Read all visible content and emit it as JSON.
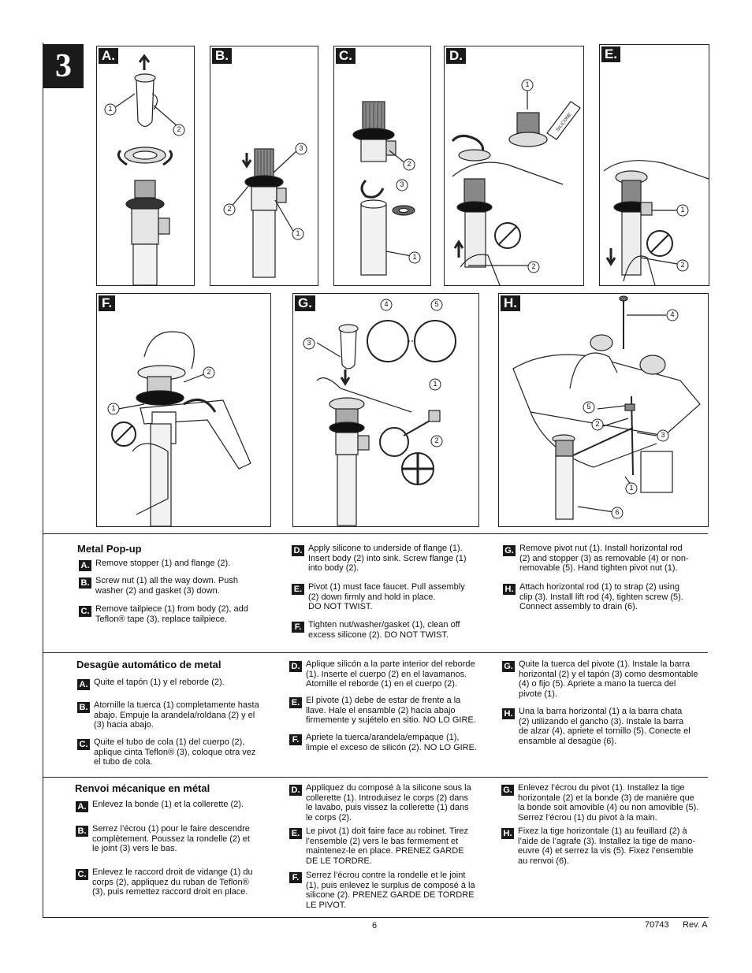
{
  "step_number": "3",
  "panels": {
    "a": {
      "label": "A.",
      "callouts": [
        "1",
        "2"
      ]
    },
    "b": {
      "label": "B.",
      "callouts": [
        "3",
        "2",
        "1"
      ]
    },
    "c": {
      "label": "C.",
      "callouts": [
        "2",
        "3",
        "1"
      ]
    },
    "d": {
      "label": "D.",
      "callouts": [
        "1",
        "2"
      ],
      "tube_text": "SILICONE"
    },
    "e": {
      "label": "E.",
      "callouts": [
        "1",
        "2"
      ]
    },
    "f": {
      "label": "F.",
      "callouts": [
        "2",
        "1"
      ]
    },
    "g": {
      "label": "G.",
      "callouts": [
        "4",
        "5",
        "3",
        "1",
        "2"
      ]
    },
    "h": {
      "label": "H.",
      "callouts": [
        "4",
        "5",
        "2",
        "3",
        "1",
        "6"
      ]
    }
  },
  "sections": {
    "english": {
      "title": "Metal Pop-up",
      "items": [
        {
          "letter": "A.",
          "text": "Remove stopper (1) and flange (2)."
        },
        {
          "letter": "B.",
          "text": "Screw nut (1) all the way down. Push\nwasher (2) and gasket (3) down."
        },
        {
          "letter": "C.",
          "text": "Remove tailpiece (1) from body (2), add\nTeflon® tape (3), replace tailpiece."
        },
        {
          "letter": "D.",
          "text": "Apply silicone to underside of flange (1).\nInsert body (2) into sink. Screw flange (1)\ninto body (2)."
        },
        {
          "letter": "E.",
          "text": "Pivot (1) must face faucet. Pull assembly\n(2) down firmly and hold in place.\nDO NOT TWIST."
        },
        {
          "letter": "F.",
          "text": "Tighten nut/washer/gasket (1), clean off\nexcess silicone (2). DO NOT TWIST."
        },
        {
          "letter": "G.",
          "text": "Remove pivot nut (1). Install horizontal rod\n(2) and stopper (3) as removable (4) or non-\nremovable (5). Hand tighten pivot nut (1)."
        },
        {
          "letter": "H.",
          "text": "Attach horizontal rod (1) to strap (2) using\nclip (3). Install lift rod (4), tighten screw (5).\nConnect assembly to drain (6)."
        }
      ]
    },
    "spanish": {
      "title": "Desagüe automático de metal",
      "items": [
        {
          "letter": "A.",
          "text": "Quite el tapón (1) y el reborde (2)."
        },
        {
          "letter": "B.",
          "text": "Atornille la tuerca (1) completamente hasta\nabajo. Empuje la arandela/roldana (2) y el\n(3) hacia abajo."
        },
        {
          "letter": "C.",
          "text": "Quite el tubo de cola (1) del cuerpo (2),\naplique cinta Teflon® (3), coloque otra vez\nel tubo de cola."
        },
        {
          "letter": "D.",
          "text": "Aplique silicón a la parte interior del reborde\n(1). Inserte el cuerpo (2) en el lavamanos.\nAtornille el reborde (1) en el cuerpo (2)."
        },
        {
          "letter": "E.",
          "text": "El pivote (1) debe de estar de frente a la\nllave. Hale el ensamble (2) hacia abajo\nfirmemente y sujételo en sitio. NO LO GIRE."
        },
        {
          "letter": "F.",
          "text": "Apriete la tuerca/arandela/empaque (1),\nlimpie el exceso de silicón (2). NO LO GIRE."
        },
        {
          "letter": "G.",
          "text": "Quite la tuerca del pivote (1). Instale la barra\nhorizontal (2) y el tapón (3) como desmontable\n(4) o fijo (5). Apriete a mano la tuerca del\npivote (1)."
        },
        {
          "letter": "H.",
          "text": "Una la barra horizontal (1) a la barra chata\n(2) utilizando el gancho (3). Instale la barra\nde alzar (4), apriete el tornillo (5). Conecte el\nensamble al desagüe (6)."
        }
      ]
    },
    "french": {
      "title": "Renvoi mécanique en métal",
      "items": [
        {
          "letter": "A.",
          "text": "Enlevez la bonde (1) et la collerette (2)."
        },
        {
          "letter": "B.",
          "text": "Serrez l’écrou (1) pour le faire descendre\ncomplètement. Poussez la rondelle (2) et\nle joint (3) vers le bas."
        },
        {
          "letter": "C.",
          "text": "Enlevez le raccord droit de vidange (1) du\ncorps (2), appliquez du ruban de Teflon®\n(3), puis remettez raccord droit en place."
        },
        {
          "letter": "D.",
          "text": "Appliquez du composé à la silicone sous la\ncollerette (1). Introduisez le corps (2) dans\nle lavabo, puis vissez la collerette (1) dans\nle corps (2)."
        },
        {
          "letter": "E.",
          "text": "Le pivot (1) doit faire face au robinet. Tirez\nl’ensemble (2) vers le bas fermement et\nmaintenez-le en place. PRENEZ GARDE\nDE LE TORDRE."
        },
        {
          "letter": "F.",
          "text": "Serrez l’écrou contre la rondelle et le joint\n(1), puis enlevez le surplus de composé à la\nsilicone (2). PRENEZ GARDE DE TORDRE\nLE PIVOT."
        },
        {
          "letter": "G.",
          "text": "Enlevez l’écrou du pivot (1). Installez la tige\nhorizontale (2) et la bonde (3) de manière que\nla bonde soit amovible (4) ou non amovible (5).\nSerrez l’écrou (1) du pivot à la main."
        },
        {
          "letter": "H.",
          "text": "Fixez la tige horizontale (1) au feuillard (2) à\nl’aide de l’agrafe (3). Installez la tige de mano-\neuvre (4) et serrez la vis (5). Fixez l’ensemble\nau renvoi (6)."
        }
      ]
    }
  },
  "footer": {
    "page_number": "6",
    "doc_number": "70743",
    "revision": "Rev. A"
  }
}
